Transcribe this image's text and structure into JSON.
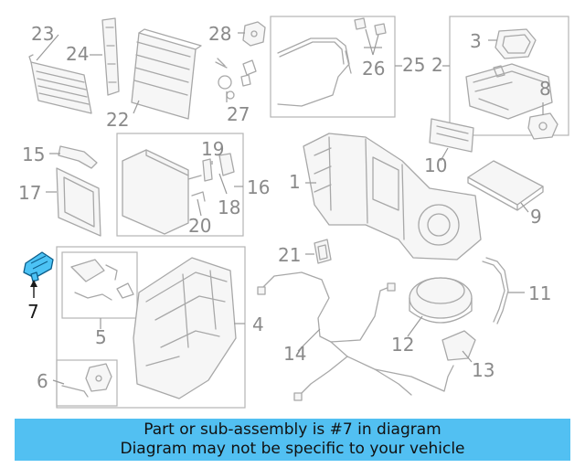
{
  "callouts": {
    "c1": "1",
    "c2": "2",
    "c3": "3",
    "c4": "4",
    "c5": "5",
    "c6": "6",
    "c7": "7",
    "c8": "8",
    "c10": "10",
    "c11": "11",
    "c12": "12",
    "c13": "13",
    "c14": "14",
    "c15": "15",
    "c16": "16",
    "c17": "17",
    "c18": "18",
    "c19": "19",
    "c20": "20",
    "c21": "21",
    "c22": "22",
    "c23": "23",
    "c24": "24",
    "c25": "25",
    "c26": "26",
    "c27": "27",
    "c28": "28",
    "c9": "9"
  },
  "banner": {
    "line1": "Part or sub-assembly is #7 in diagram",
    "line2": "Diagram may not be specific to your vehicle"
  },
  "colors": {
    "banner_bg": "#52c0f2",
    "highlight_part": "#4cc3f5"
  }
}
